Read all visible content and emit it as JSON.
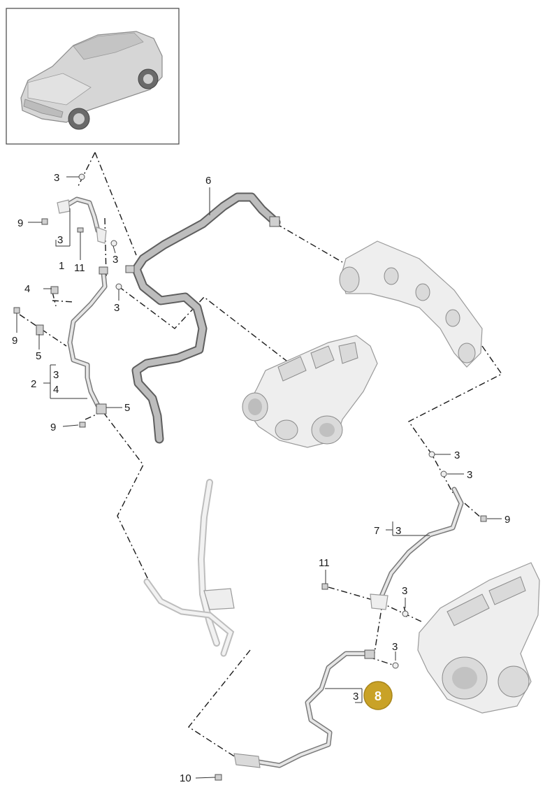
{
  "callouts": {
    "c1": "3",
    "c2": "9",
    "c3": "3",
    "c4": "1",
    "c5": "11",
    "c6": "3",
    "c7": "4",
    "c8": "3",
    "c9": "9",
    "c10": "5",
    "c11": "2",
    "c12": "3",
    "c13": "4",
    "c14": "5",
    "c15": "9",
    "c16": "6",
    "c17": "3",
    "c18": "3",
    "c19": "9",
    "c20": "7",
    "c21": "3",
    "c22": "11",
    "c23": "3",
    "c24": "3",
    "c25": "3",
    "c26": "10"
  },
  "highlight": {
    "label": "8",
    "color": "#c9a227"
  },
  "colors": {
    "line": "#1a1a1a",
    "pipe": "#7a7a7a",
    "part_fill": "#eeeeee"
  }
}
